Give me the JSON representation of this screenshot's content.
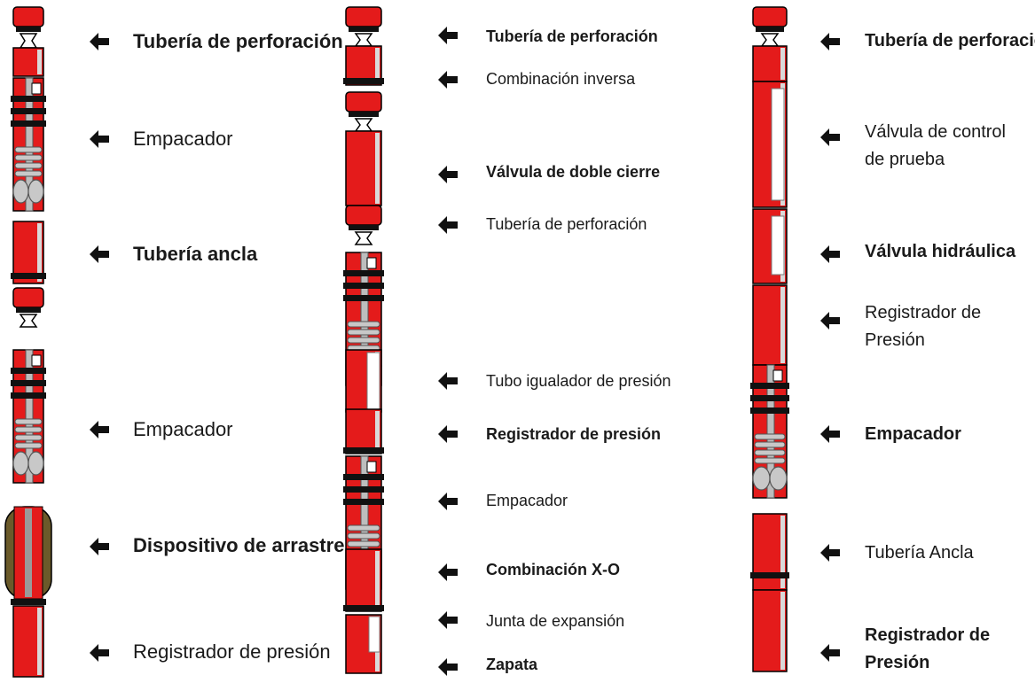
{
  "colors": {
    "tube_red": "#e41b1b",
    "joint_black": "#111111",
    "packer_gray": "#c8c8c8",
    "arrow_black": "#111111",
    "drag_olive": "#6b5a2a"
  },
  "icons": [
    "left-arrow-icon"
  ],
  "columns": [
    {
      "labels": [
        {
          "text": "Tubería de perforación",
          "bold": true
        },
        {
          "text": "Empacador",
          "bold": false
        },
        {
          "text": "Tubería ancla",
          "bold": true
        },
        {
          "text": "Empacador",
          "bold": false
        },
        {
          "text": "Dispositivo de arrastre",
          "bold": true
        },
        {
          "text": "Registrador de presión",
          "bold": false
        }
      ]
    },
    {
      "labels": [
        {
          "text": "Tubería de perforación",
          "bold": true
        },
        {
          "text": "Combinación inversa",
          "bold": false
        },
        {
          "text": "Válvula de doble cierre",
          "bold": true
        },
        {
          "text": "Tubería de perforación",
          "bold": false
        },
        {
          "text": "Tubo igualador de presión",
          "bold": false
        },
        {
          "text": "Registrador de presión",
          "bold": true
        },
        {
          "text": "Empacador",
          "bold": false
        },
        {
          "text": "Combinación X-O",
          "bold": true
        },
        {
          "text": "Junta de expansión",
          "bold": false
        },
        {
          "text": "Zapata",
          "bold": true
        }
      ]
    },
    {
      "labels": [
        {
          "text": "Tubería de perforación",
          "bold": true
        },
        {
          "text": "Válvula de control\nde prueba",
          "bold": false
        },
        {
          "text": "Válvula hidráulica",
          "bold": true
        },
        {
          "text": "Registrador de\nPresión",
          "bold": false
        },
        {
          "text": "Empacador",
          "bold": true
        },
        {
          "text": "Tubería Ancla",
          "bold": false
        },
        {
          "text": "Registrador de\nPresión",
          "bold": true
        }
      ]
    }
  ]
}
